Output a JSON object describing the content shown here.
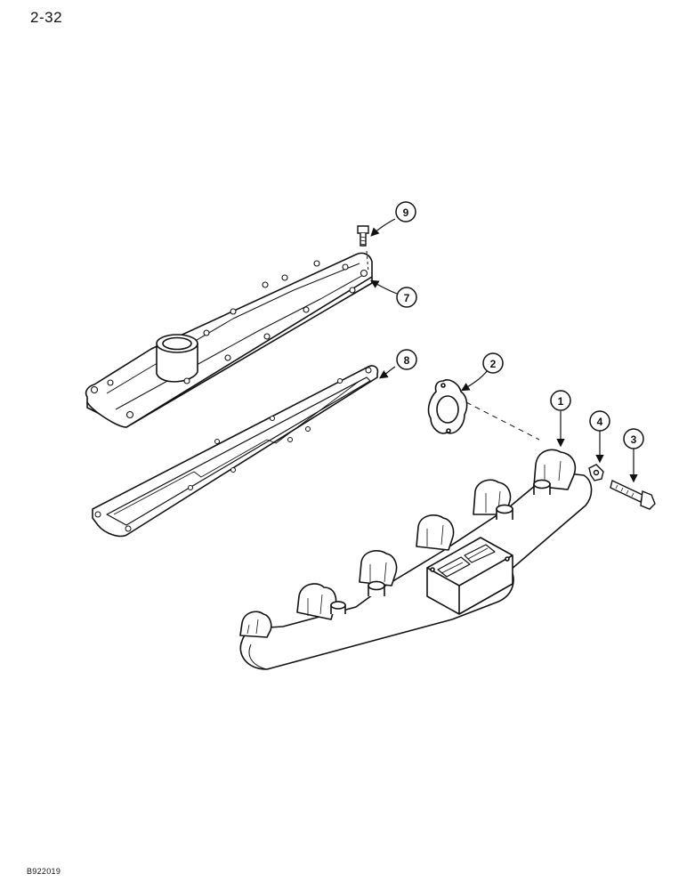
{
  "page": {
    "number": "2-32",
    "figure_id": "B922019"
  },
  "callouts": [
    {
      "id": "1",
      "part": "exhaust-manifold"
    },
    {
      "id": "2",
      "part": "manifold-gasket"
    },
    {
      "id": "3",
      "part": "manifold-bolt"
    },
    {
      "id": "4",
      "part": "lock-plate"
    },
    {
      "id": "7",
      "part": "aftercooler-cover"
    },
    {
      "id": "8",
      "part": "aftercooler-cover-gasket"
    },
    {
      "id": "9",
      "part": "cover-bolt"
    }
  ]
}
